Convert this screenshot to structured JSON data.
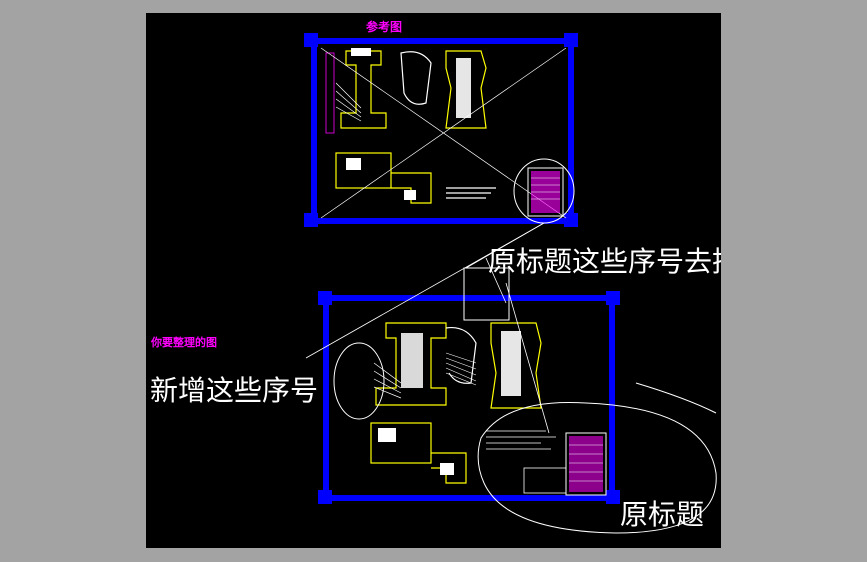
{
  "annotations": {
    "reference_label": "参考图",
    "your_drawing_label": "你要整理的图",
    "remove_numbers_label": "原标题这些序号去掉",
    "add_numbers_label": "新增这些序号",
    "original_title_label": "原标题"
  },
  "colors": {
    "frame": "#0000ff",
    "drawing": "#ffff00",
    "accent": "#ff00ff",
    "ink": "#ffffff",
    "background": "#000000",
    "outer": "#a3a3a3"
  }
}
